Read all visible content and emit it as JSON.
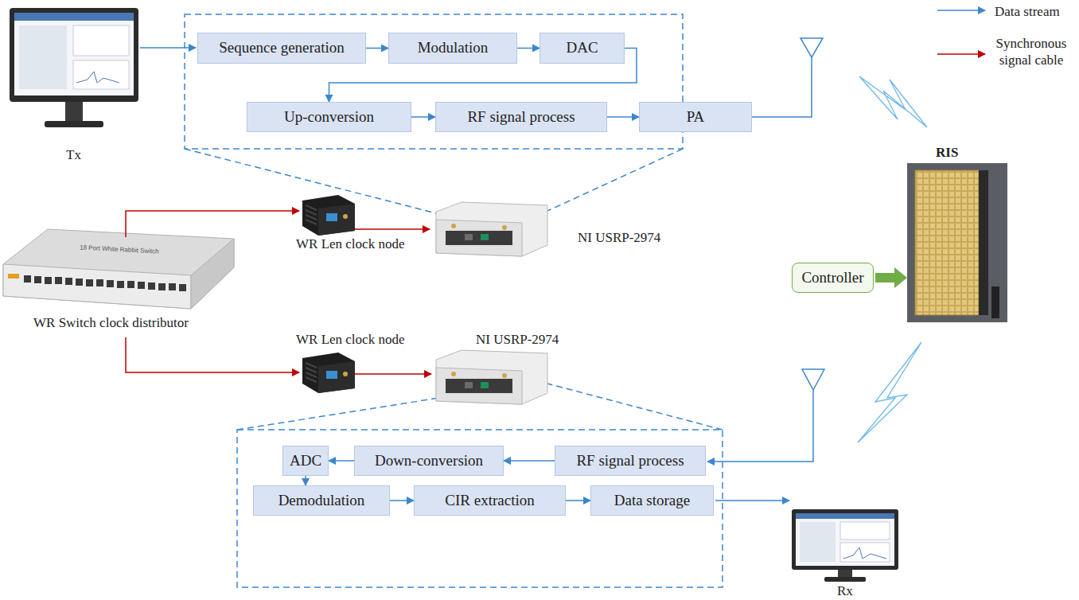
{
  "diagram": {
    "nodes": [
      {
        "text": [
          "Sequence generation"
        ]
      },
      {
        "text": [
          "Modulation"
        ]
      },
      {
        "text": [
          "DAC"
        ]
      },
      {
        "text": [
          "Up-conversion"
        ]
      },
      {
        "text": [
          "RF signal process"
        ]
      },
      {
        "text": [
          "PA"
        ]
      },
      {
        "text": [
          "Controller"
        ]
      },
      {
        "text": [
          "ADC"
        ]
      },
      {
        "text": [
          "Down-conversion"
        ]
      },
      {
        "text": [
          "RF signal process"
        ]
      },
      {
        "text": [
          "Demodulation"
        ]
      },
      {
        "text": [
          "CIR extraction"
        ]
      },
      {
        "text": [
          "Data storage"
        ]
      }
    ],
    "edges": [
      {
        "from": 0,
        "to": 1,
        "arrow": "to"
      },
      {
        "from": 1,
        "to": 2,
        "arrow": "to"
      },
      {
        "from": 2,
        "to": 3,
        "arrow": "to"
      },
      {
        "from": 3,
        "to": 4,
        "arrow": "to"
      },
      {
        "from": 4,
        "to": 5,
        "arrow": "to"
      },
      {
        "from": 9,
        "to": 8,
        "arrow": "to"
      },
      {
        "from": 8,
        "to": 7,
        "arrow": "to"
      },
      {
        "from": 7,
        "to": 10,
        "arrow": "to"
      },
      {
        "from": 10,
        "to": 11,
        "arrow": "to"
      },
      {
        "from": 11,
        "to": 12,
        "arrow": "to"
      }
    ],
    "labels": [
      "Tx",
      "18 Port White Rabbit Switch",
      "WR Switch clock distributor",
      "WR Len clock node",
      "NI USRP-2974",
      "WR Len clock node",
      "NI USRP-2974",
      "RIS",
      "Rx"
    ],
    "legend": [
      {
        "text": "Data stream"
      },
      {
        "text": "Synchronous signal cable"
      }
    ]
  }
}
